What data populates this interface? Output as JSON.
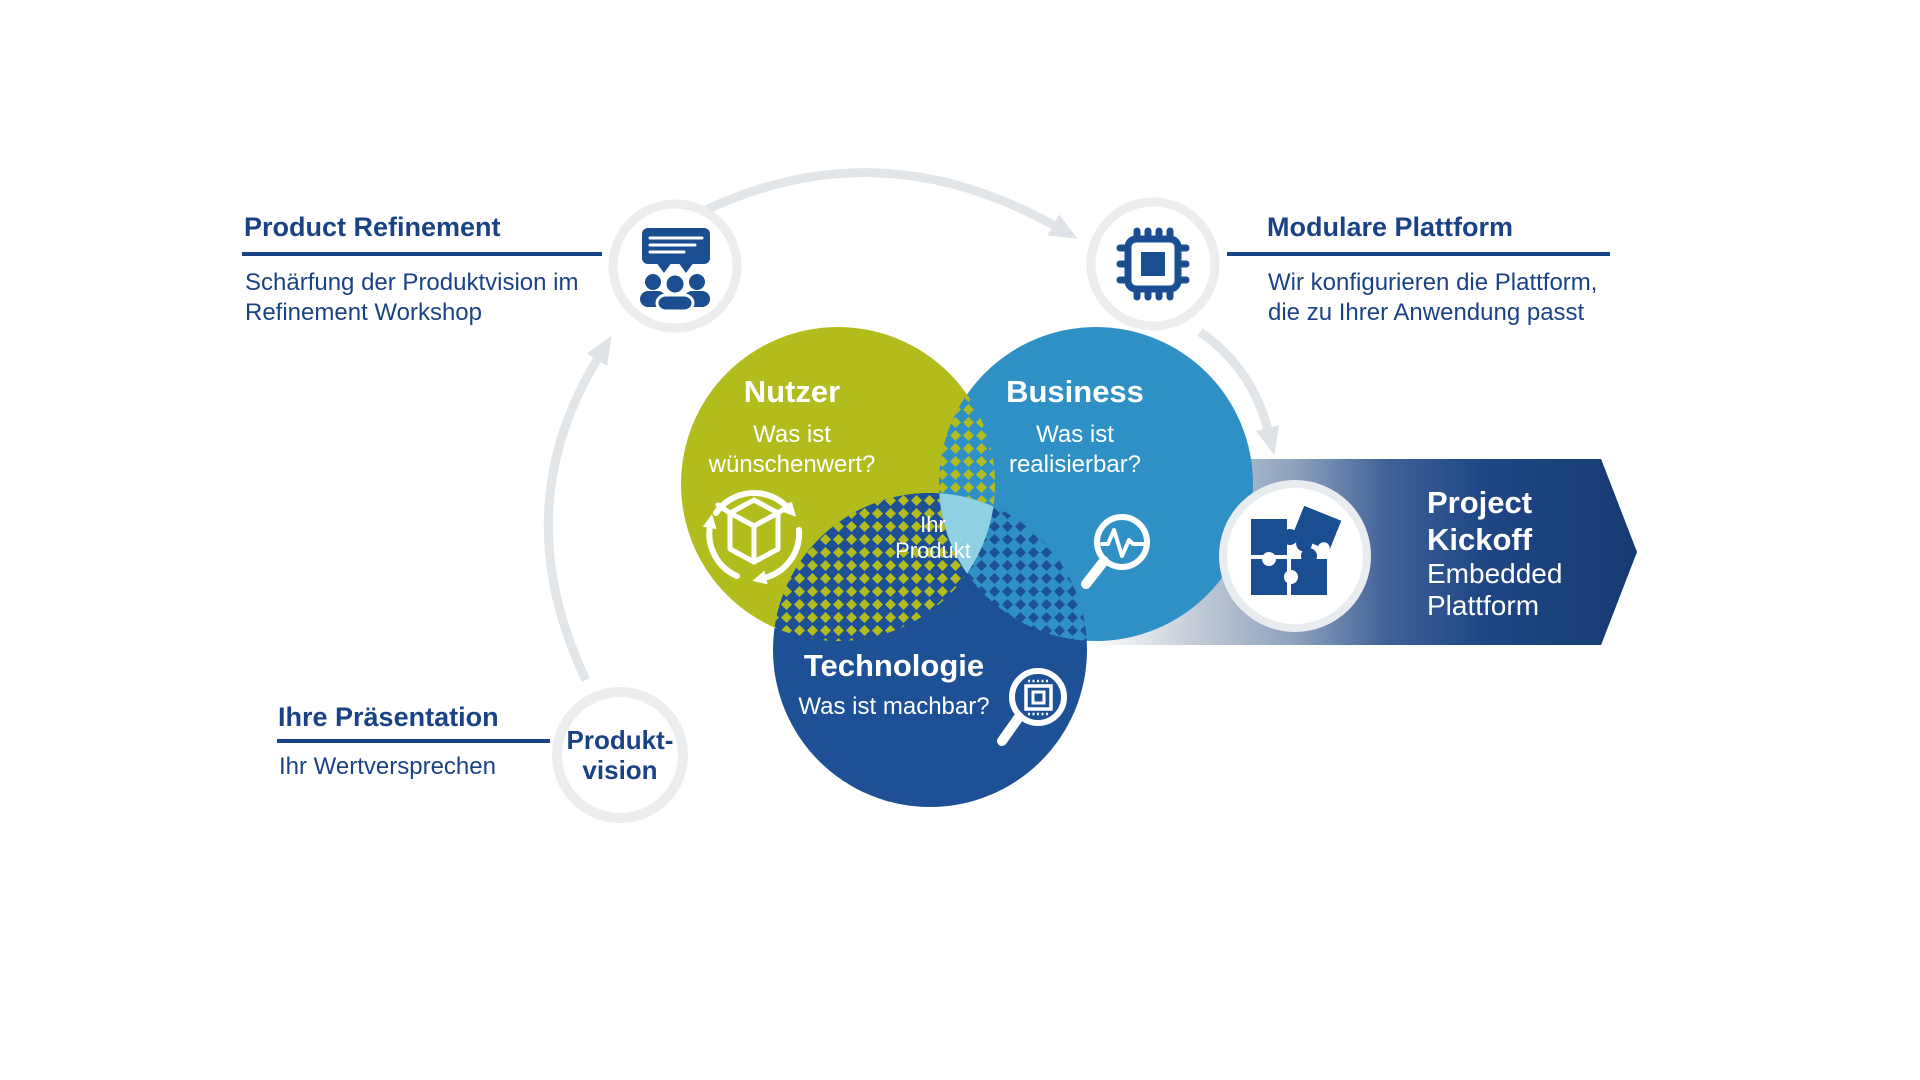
{
  "palette": {
    "navy_text": "#1a4386",
    "icon_navy": "#1a4e90",
    "nutzer_green": "#b3bc1d",
    "business_blue": "#2f90c5",
    "technologie_blue": "#1d5094",
    "center_light_blue": "#8fd0e2",
    "banner_dark": "#163a72",
    "ring_gray": "#ebedef",
    "arrow_gray": "#e3e6e9"
  },
  "steps": {
    "refinement": {
      "title": "Product Refinement",
      "desc1": "Schärfung der Produktvision im",
      "desc2": "Refinement Workshop"
    },
    "plattform": {
      "title": "Modulare Plattform",
      "desc1": "Wir konfigurieren die Plattform,",
      "desc2": "die zu Ihrer Anwendung passt"
    },
    "praesentation": {
      "title": "Ihre Präsentation",
      "desc1": "Ihr Wertversprechen"
    },
    "produktvision": {
      "line1": "Produkt-",
      "line2": "vision"
    },
    "kickoff": {
      "title1": "Project",
      "title2": "Kickoff",
      "sub1": "Embedded",
      "sub2": "Plattform"
    }
  },
  "venn": {
    "nutzer": {
      "label": "Nutzer",
      "question1": "Was ist",
      "question2": "wünschenwert?"
    },
    "business": {
      "label": "Business",
      "question1": "Was ist",
      "question2": "realisierbar?"
    },
    "technologie": {
      "label": "Technologie",
      "question": "Was ist machbar?"
    },
    "center": {
      "line1": "Ihr",
      "line2": "Produkt"
    }
  },
  "icons": {
    "workshop": "presentation-audience-icon",
    "chip": "microchip-icon",
    "product_cycle": "package-cycle-icon",
    "business_analysis": "magnifier-pulse-icon",
    "tech_analysis": "magnifier-chip-icon",
    "kickoff": "puzzle-pieces-icon"
  }
}
